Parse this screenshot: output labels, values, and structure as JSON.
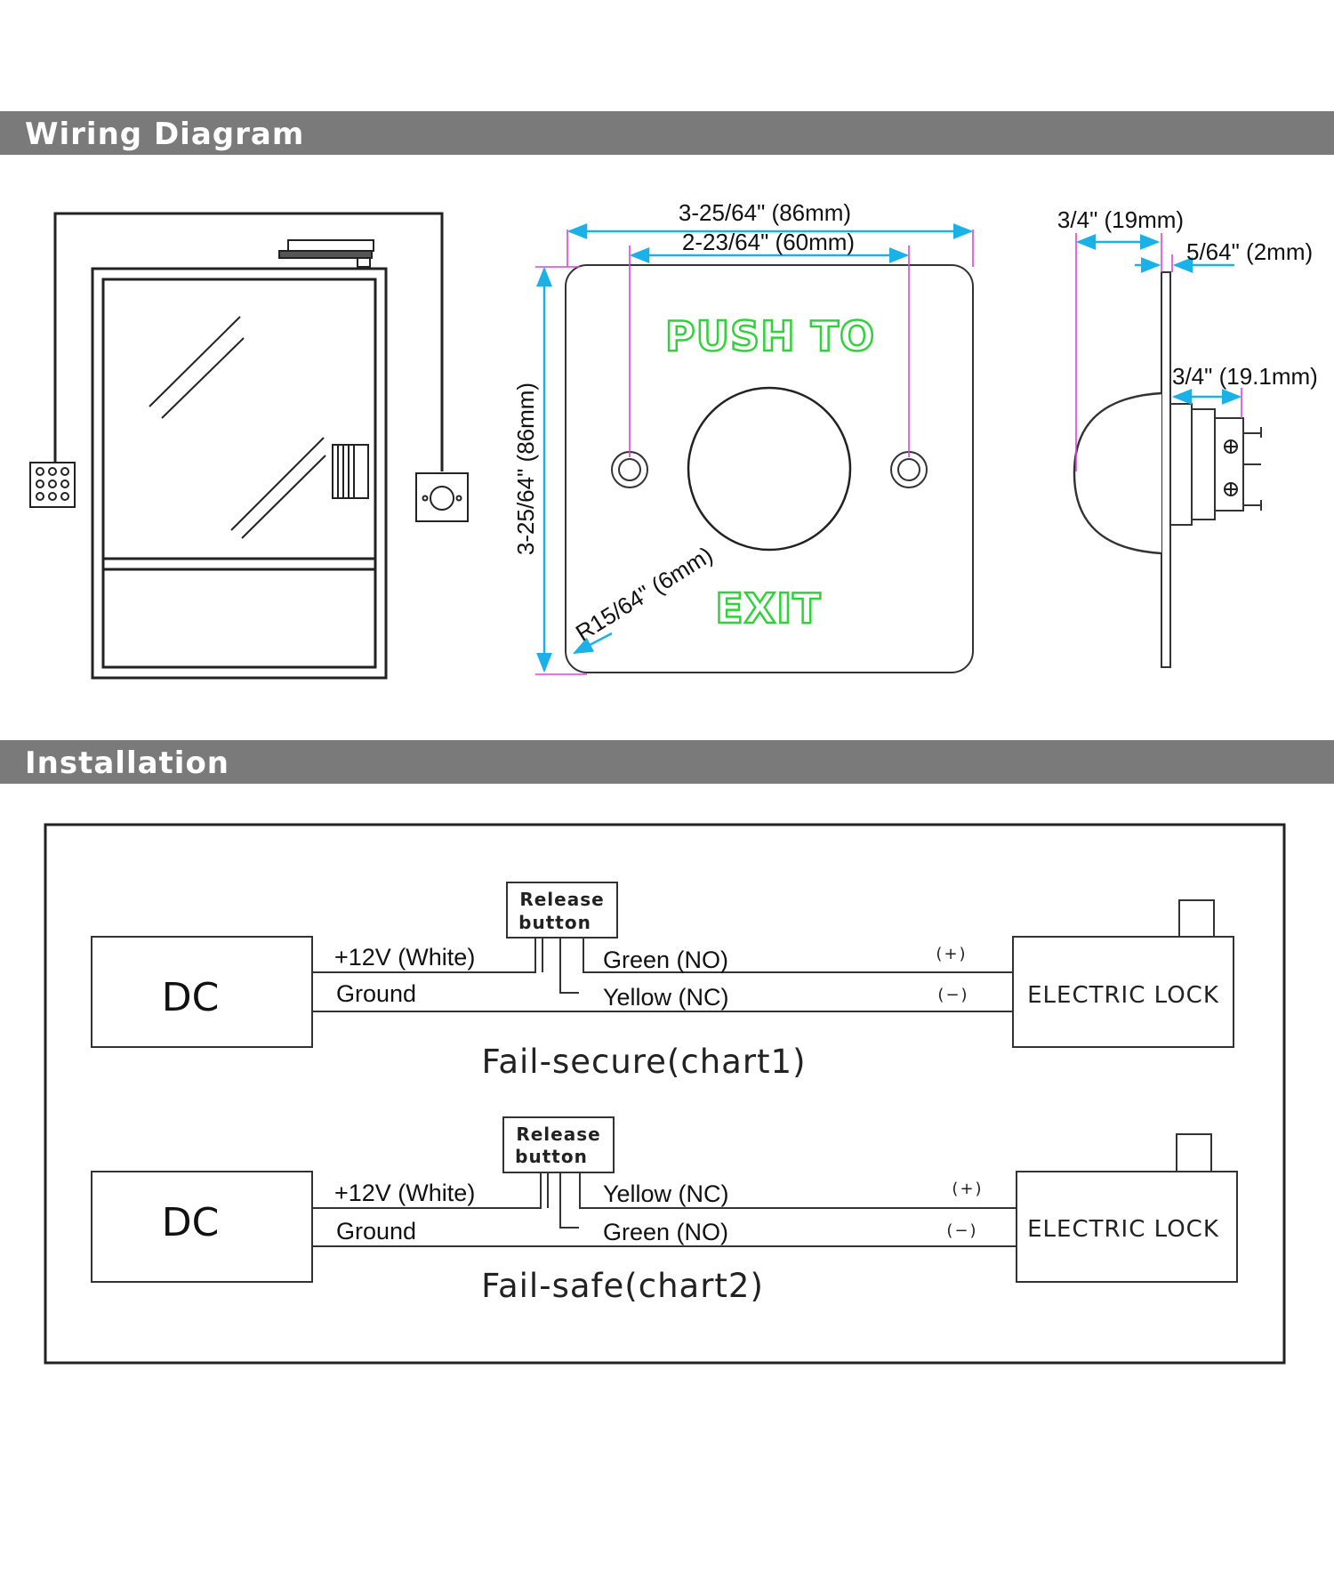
{
  "sections": {
    "wiring_title": "Wiring Diagram",
    "install_title": "Installation"
  },
  "front_view": {
    "width_outer": "3-25/64\" (86mm)",
    "width_holes": "2-23/64\" (60mm)",
    "height": "3-25/64\" (86mm)",
    "corner_radius": "R15/64\" (6mm)",
    "text_top": "PUSH TO",
    "text_bottom": "EXIT",
    "text_color": "#2fd23a"
  },
  "side_view": {
    "depth_total": "3/4\" (19mm)",
    "plate_thickness": "5/64\" (2mm)",
    "dome_depth": "3/4\" (19.1mm)"
  },
  "colors": {
    "dimension_arrow": "#1ab0e8",
    "extension_line": "#e040e0",
    "section_bar": "#7a7a7a"
  },
  "charts": [
    {
      "source": "DC",
      "positive_wire": "+12V (White)",
      "ground_wire": "Ground",
      "button_label_1": "Release",
      "button_label_2": "button",
      "top_output": "Green (NO)",
      "bottom_output": "Yellow (NC)",
      "top_polarity": "(+)",
      "bottom_polarity": "(−)",
      "lock": "ELECTRIC LOCK",
      "caption": "Fail-secure(chart1)"
    },
    {
      "source": "DC",
      "positive_wire": "+12V (White)",
      "ground_wire": "Ground",
      "button_label_1": "Release",
      "button_label_2": "button",
      "top_output": "Yellow (NC)",
      "bottom_output": "Green (NO)",
      "top_polarity": "(+)",
      "bottom_polarity": "(−)",
      "lock": "ELECTRIC LOCK",
      "caption": "Fail-safe(chart2)"
    }
  ]
}
